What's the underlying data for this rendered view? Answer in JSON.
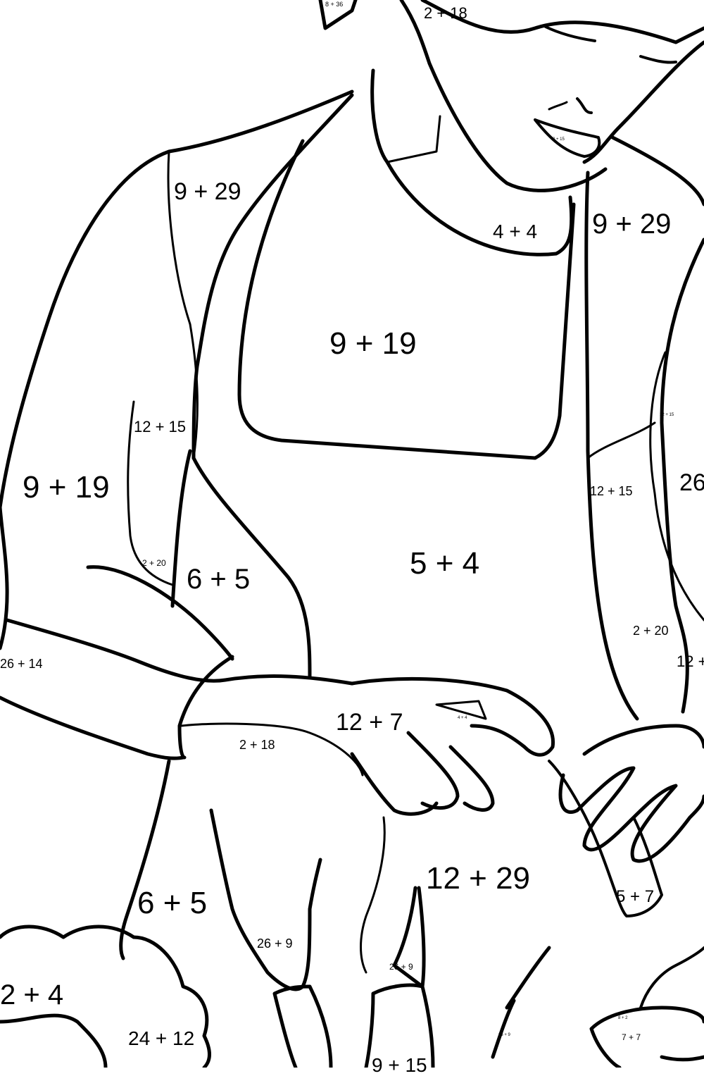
{
  "labels": {
    "ear_top": "8 + 36",
    "ear_side": "2 + 18",
    "lips": "3 + 15",
    "left_shoulder": "9 + 29",
    "neck": "4 + 4",
    "right_shoulder": "9 + 29",
    "apron_bib": "9 + 19",
    "right_arm_small": "12 + 15",
    "left_arm_band": "12 + 15",
    "right_far_arm": "26",
    "left_upper_arm": "9 + 19",
    "left_strap": "2 + 20",
    "left_strap_area": "6 + 5",
    "apron_body": "5 + 4",
    "right_lower": "2 + 20",
    "left_forearm": "26 + 14",
    "right_edge": "12 +",
    "hand": "12 + 7",
    "knife_tip": "4 + 4",
    "cuff": "2 + 18",
    "apron_lower": "12 + 29",
    "fingers": "5 + 7",
    "apron_left_lower": "6 + 5",
    "carrot_leaf_left": "26 + 9",
    "carrot_leaf_mid": "26 + 9",
    "broccoli_edge": "2 + 4",
    "broccoli": "24 + 12",
    "carrot_bottom": "9 + 15",
    "bowl_small": "8 + 2",
    "bowl": "7 + 7",
    "stalk": "26 + 9"
  }
}
